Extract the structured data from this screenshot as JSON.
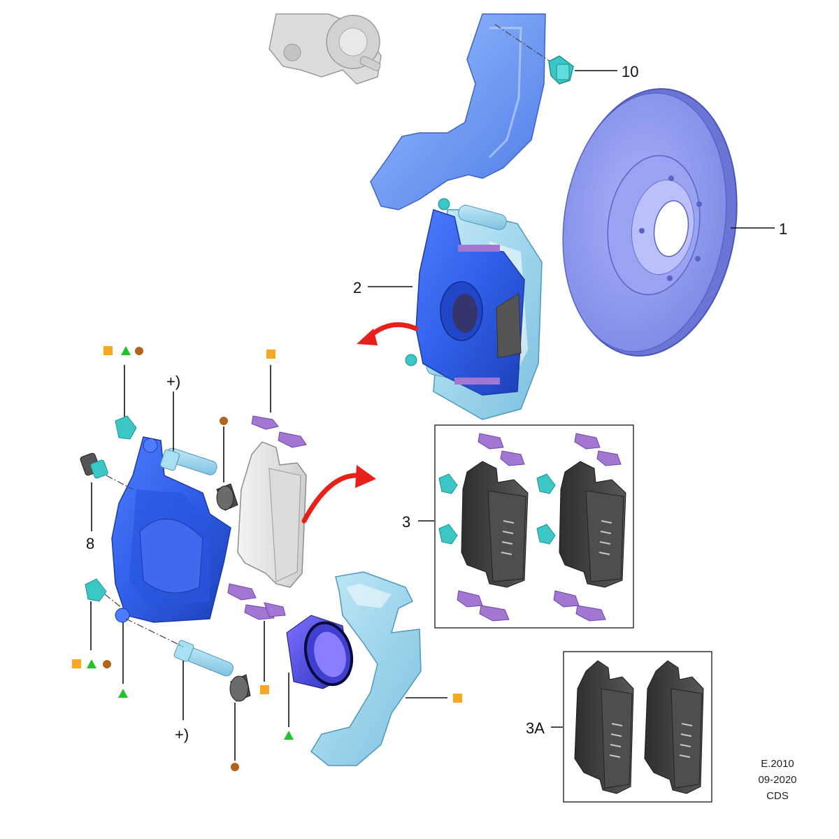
{
  "callouts": {
    "disc": "1",
    "caliper_assembly": "2",
    "pad_kit": "3",
    "pad_set": "3A",
    "bleed_screw": "8",
    "shield_bolt": "10",
    "guide_pin_upper": "+)",
    "guide_pin_lower": "+)"
  },
  "footer": {
    "code": "E.2010",
    "date": "09-2020",
    "tag": "CDS"
  },
  "colors": {
    "caliper": "#2f5fe8",
    "bracket": "#8fd0ec",
    "disc": "#8a95ea",
    "shield": "#6f97f0",
    "hardware_teal": "#3cc7c7",
    "clip_purple": "#a277d4",
    "pad_dark": "#3a3a3a",
    "pad_light": "#e6e6e6",
    "square_marker": "#f6a623",
    "triangle_marker": "#22c32a",
    "circle_marker": "#b0651a",
    "arrow": "#e8201a"
  }
}
